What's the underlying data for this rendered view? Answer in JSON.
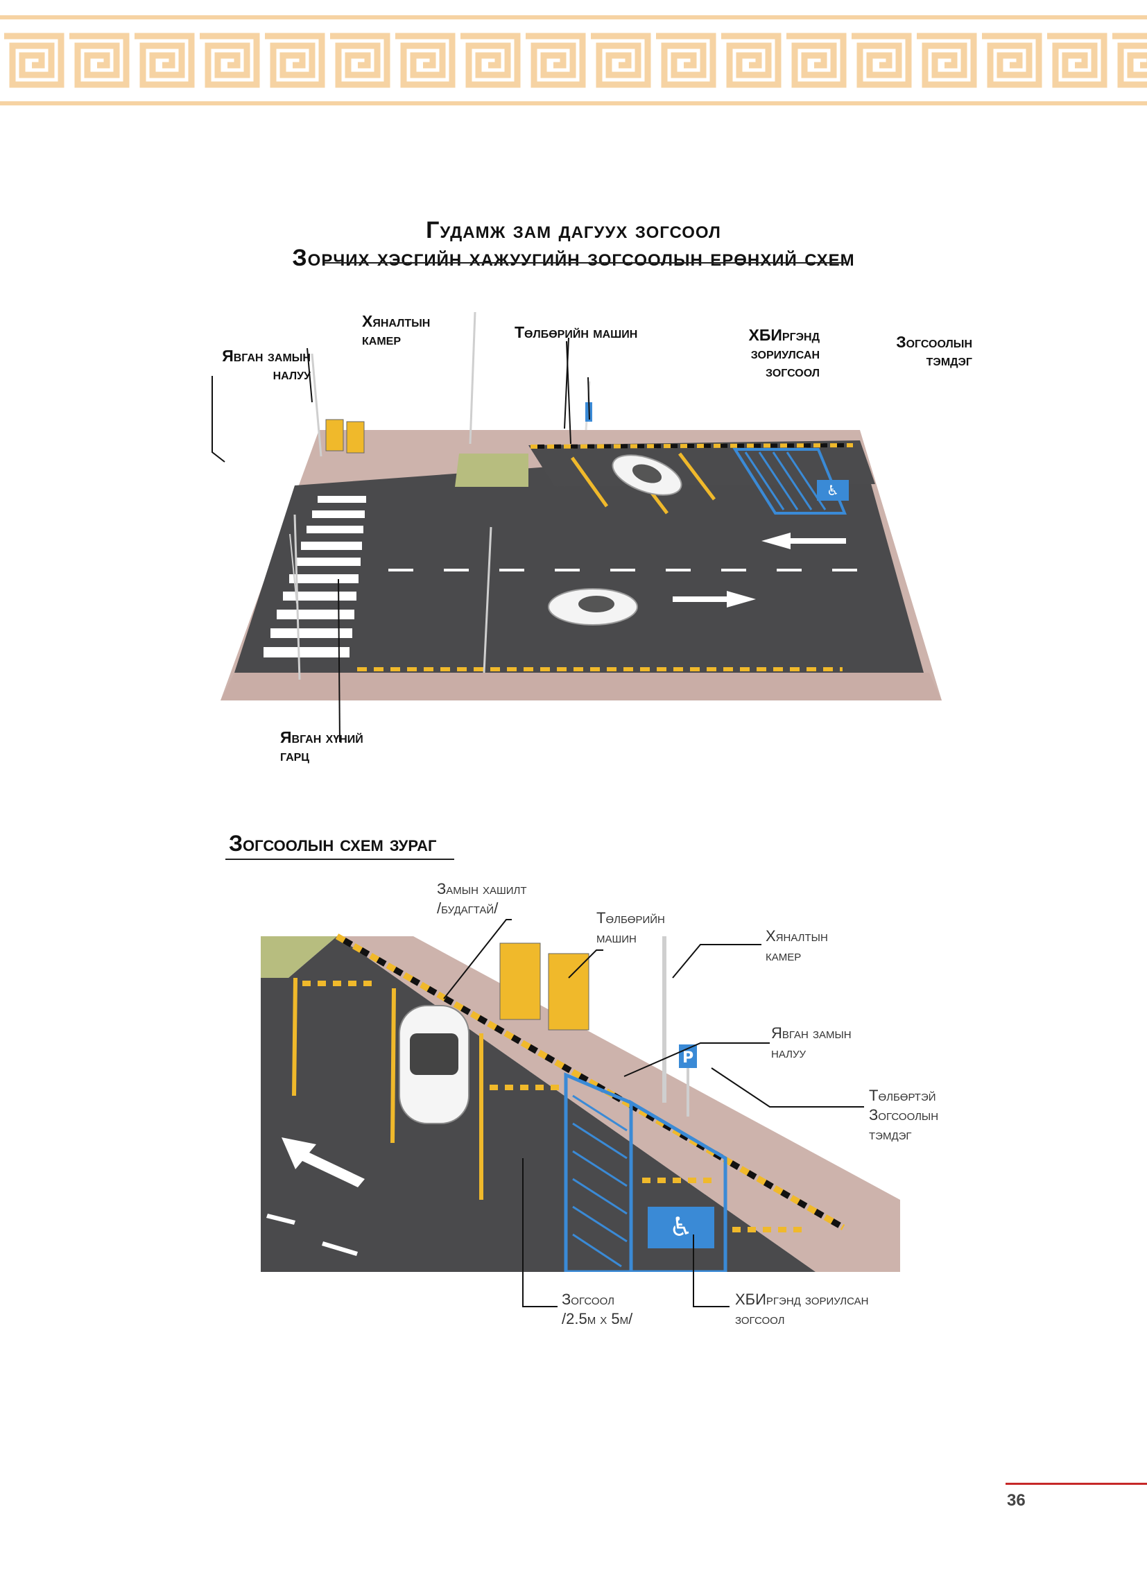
{
  "page": {
    "title_line1": "Гудамж зам дагуух зогсоол",
    "title_line2": "Зорчих хэсгийн хажуугийн зогсоолын ерөнхий схем",
    "section2_title": "Зогсоолын схем зураг",
    "page_number": "36"
  },
  "diagram1": {
    "labels": {
      "ramp": [
        "Явган замын",
        "налуу"
      ],
      "camera": [
        "Хяналтын",
        "камер"
      ],
      "payment": [
        "Төлбөрийн машин"
      ],
      "disabled": [
        "ХБИргэнд",
        "зориулсан",
        "зогсоол"
      ],
      "sign": [
        "Зогсоолын",
        "тэмдэг"
      ],
      "crossing": [
        "Явган хүний",
        "гарц"
      ]
    }
  },
  "diagram2": {
    "labels": {
      "curb": [
        "Замын хашилт",
        "/будагтай/"
      ],
      "payment": [
        "Төлбөрийн",
        "машин"
      ],
      "camera": [
        "Хяналтын",
        "камер"
      ],
      "ramp": [
        "Явган замын",
        "налуу"
      ],
      "paid_sign": [
        "Төлбөртэй",
        "Зогсоолын",
        "тэмдэг"
      ],
      "spot": [
        "Зогсоол",
        "/2.5м x 5м/"
      ],
      "disabled": [
        "ХБИргэнд зориулсан",
        "зогсоол"
      ]
    }
  },
  "colors": {
    "border_orange": "#f6d3a3",
    "asphalt": "#4a4a4c",
    "sidewalk": "#cdb3ac",
    "yellow": "#f0b92b",
    "blue": "#3a8ad6",
    "grass": "#b7bd7f",
    "footer_red": "#c62828"
  }
}
